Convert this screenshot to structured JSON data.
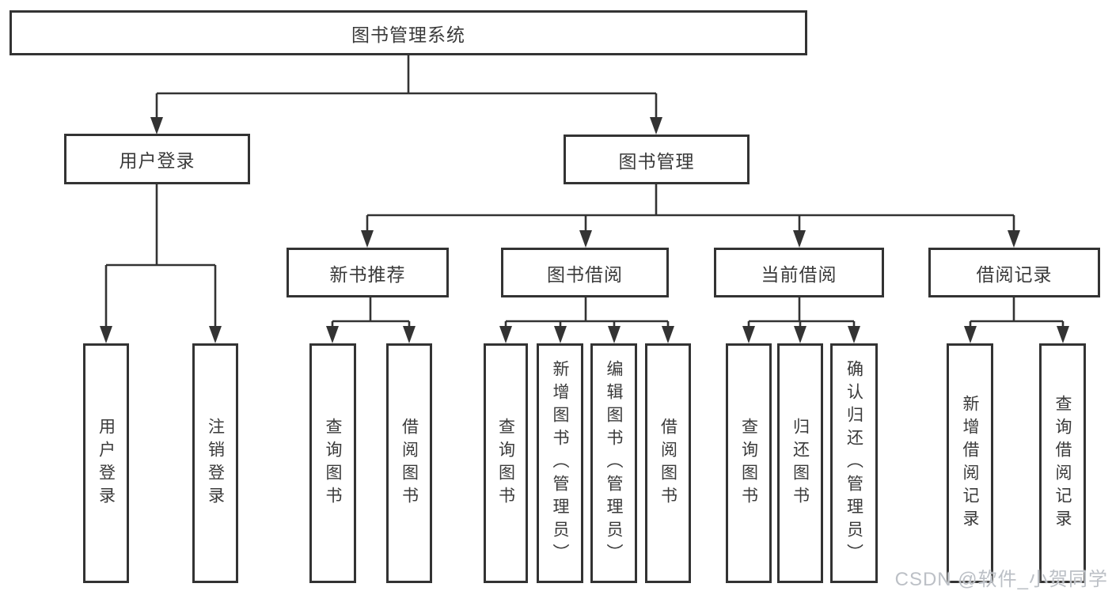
{
  "diagram_title": "图书管理系统",
  "colors": {
    "line": "#333333",
    "border": "#333333",
    "text": "#3a3a3a",
    "watermark": "#bcc0c6",
    "background": "#ffffff"
  },
  "nodes": {
    "root": {
      "label": "图书管理系统"
    },
    "user_login": {
      "label": "用户登录",
      "children": [
        "用户登录",
        "注销登录"
      ]
    },
    "book_management": {
      "label": "图书管理"
    },
    "new_book": {
      "label": "新书推荐",
      "children": [
        "查询图书",
        "借阅图书"
      ]
    },
    "book_borrow": {
      "label": "图书借阅",
      "children": [
        "查询图书",
        "新增图书（管理员）",
        "编辑图书（管理员）",
        "借阅图书"
      ]
    },
    "current_borrow": {
      "label": "当前借阅",
      "children": [
        "查询图书",
        "归还图书",
        "确认归还（管理员）"
      ]
    },
    "borrow_records": {
      "label": "借阅记录",
      "children": [
        "新增借阅记录",
        "查询借阅记录"
      ]
    }
  },
  "watermark": "CSDN @软件_小贺同学"
}
